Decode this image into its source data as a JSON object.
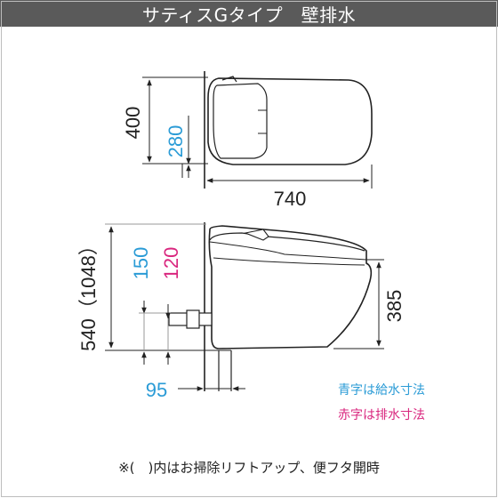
{
  "title": "サティスGタイプ　壁排水",
  "dimensions": {
    "top_depth": "400",
    "top_supply": "280",
    "width": "740",
    "total_height": "540（1048）",
    "supply_height": "150",
    "drain_height": "120",
    "rim_height": "385",
    "drain_offset": "95"
  },
  "legend": {
    "blue_label": "青字は給水寸法",
    "red_label": "赤字は排水寸法"
  },
  "note": "※(　)内はお掃除リフトアップ、便フタ開時",
  "colors": {
    "header_bg": "#5a5a5a",
    "supply_blue": "#2a9bd6",
    "drain_red": "#d9267e",
    "line": "#222222",
    "guide": "#9a9a9a"
  }
}
